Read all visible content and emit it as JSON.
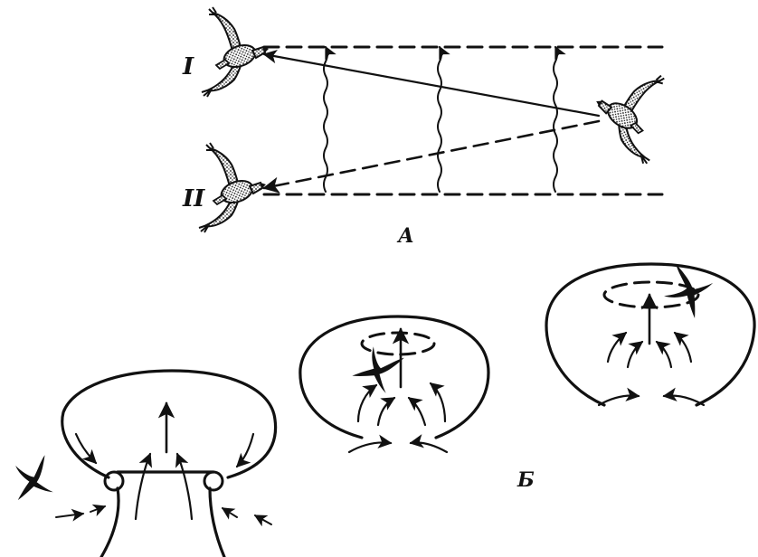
{
  "labels": {
    "upper_level": "I",
    "lower_level": "II",
    "panel_a": "А",
    "panel_b": "Б"
  },
  "colors": {
    "ink": "#111111",
    "background": "#ffffff"
  },
  "icons": [
    "bird-soaring-icon",
    "bird-gliding-icon",
    "bird-silhouette-icon"
  ]
}
